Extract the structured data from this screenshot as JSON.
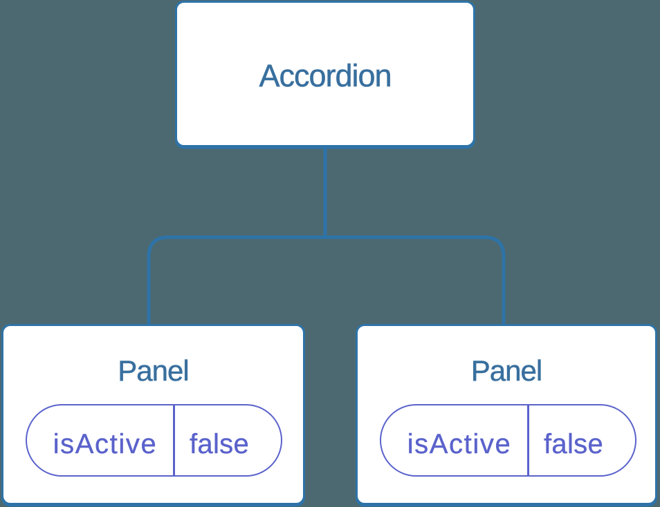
{
  "diagram": {
    "description": "React component tree: an Accordion parent component with two Panel children, each holding an isActive=false state pill",
    "colors": {
      "background": "#4C6971",
      "node_fill": "#ffffff",
      "node_border_blue": "#2E73A8",
      "node_label_blue": "#386F9E",
      "state_pill_purple": "#5A62CB"
    },
    "root": {
      "label": "Accordion"
    },
    "children": [
      {
        "label": "Panel",
        "state": {
          "name": "isActive",
          "value": "false"
        }
      },
      {
        "label": "Panel",
        "state": {
          "name": "isActive",
          "value": "false"
        }
      }
    ]
  }
}
